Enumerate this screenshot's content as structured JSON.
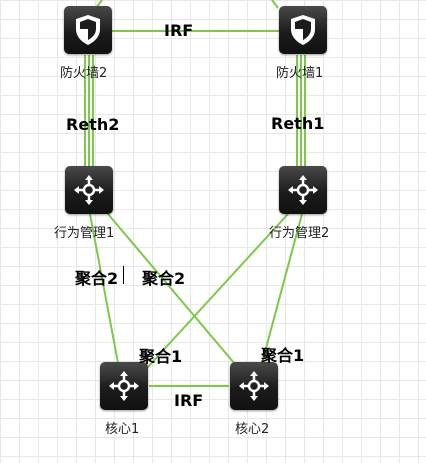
{
  "nodes": {
    "fw2": "防火墙2",
    "fw1": "防火墙1",
    "bm1": "行为管理1",
    "bm2": "行为管理2",
    "core1": "核心1",
    "core2": "核心2"
  },
  "links": {
    "irf_top": "IRF",
    "reth2": "Reth2",
    "reth1": "Reth1",
    "agg2_left": "聚合2",
    "agg2_right": "聚合2",
    "agg1_left": "聚合1",
    "agg1_right": "聚合1",
    "irf_bottom": "IRF"
  },
  "colors": {
    "link": "#7cc84a"
  },
  "icons": {
    "firewall": "shield-icon",
    "switch": "four-arrows-icon"
  }
}
